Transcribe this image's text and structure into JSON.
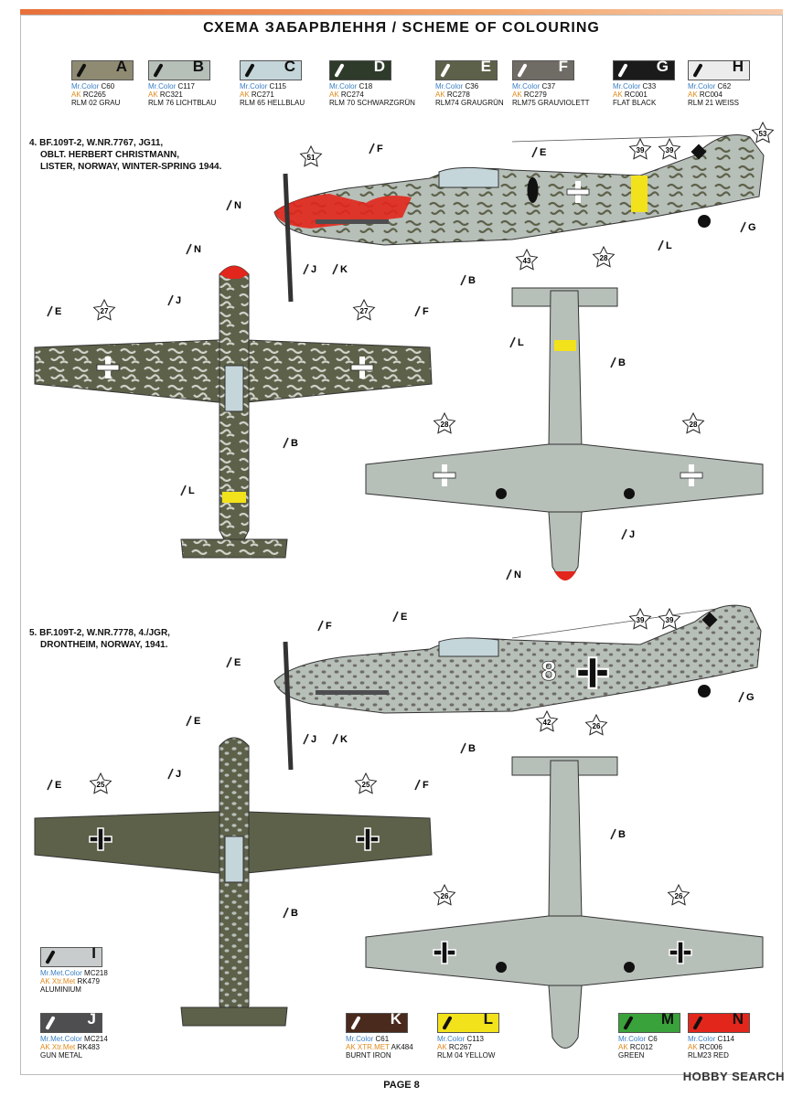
{
  "header": {
    "title": "СХЕМА ЗАБАРВЛЕННЯ / SCHEME OF COLOURING"
  },
  "swatches_top": [
    {
      "letter": "A",
      "color": "#8f8b73",
      "mr": "Mr.Color",
      "mr_code": "C60",
      "ak": "AK",
      "ak_code": "RC265",
      "name": "RLM 02 GRAU"
    },
    {
      "letter": "B",
      "color": "#b7bfb9",
      "mr": "Mr.Color",
      "mr_code": "C117",
      "ak": "AK",
      "ak_code": "RC321",
      "name": "RLM 76 LICHTBLAU"
    },
    {
      "letter": "C",
      "color": "#c5d6db",
      "mr": "Mr.Color",
      "mr_code": "C115",
      "ak": "AK",
      "ak_code": "RC271",
      "name": "RLM 65 HELLBLAU"
    },
    {
      "letter": "D",
      "color": "#2e3a2a",
      "mr": "Mr.Color",
      "mr_code": "C18",
      "ak": "AK",
      "ak_code": "RC274",
      "name": "RLM 70 SCHWARZGRÜN"
    },
    {
      "letter": "E",
      "color": "#5d6149",
      "mr": "Mr.Color",
      "mr_code": "C36",
      "ak": "AK",
      "ak_code": "RC278",
      "name": "RLM74 GRAUGRÜN"
    },
    {
      "letter": "F",
      "color": "#6f6b65",
      "mr": "Mr.Color",
      "mr_code": "C37",
      "ak": "AK",
      "ak_code": "RC279",
      "name": "RLM75 GRAUVIOLETT"
    },
    {
      "letter": "G",
      "color": "#1b1b1b",
      "mr": "Mr.Color",
      "mr_code": "C33",
      "ak": "AK",
      "ak_code": "RC001",
      "name": "FLAT BLACK"
    },
    {
      "letter": "H",
      "color": "#ececec",
      "mr": "Mr.Color",
      "mr_code": "C62",
      "ak": "AK",
      "ak_code": "RC004",
      "name": "RLM 21 WEISS"
    }
  ],
  "swatches_bottom": [
    {
      "letter": "I",
      "color": "#c9cccd",
      "mr": "Mr.Met.Color",
      "mr_code": "MC218",
      "ak": "AK Xtr.Met",
      "ak_code": "RK479",
      "name": "ALUMINIUM"
    },
    {
      "letter": "J",
      "color": "#4e4e50",
      "mr": "Mr.Met.Color",
      "mr_code": "MC214",
      "ak": "AK Xtr.Met",
      "ak_code": "RK483",
      "name": "GUN METAL"
    },
    {
      "letter": "K",
      "color": "#4a2a1c",
      "mr": "Mr.Color",
      "mr_code": "C61",
      "ak": "AK XTR.MET",
      "ak_code": "AK484",
      "name": "BURNT IRON"
    },
    {
      "letter": "L",
      "color": "#f2e21b",
      "mr": "Mr.Color",
      "mr_code": "C113",
      "ak": "AK",
      "ak_code": "RC267",
      "name": "RLM 04 YELLOW"
    },
    {
      "letter": "M",
      "color": "#3aa23a",
      "mr": "Mr.Color",
      "mr_code": "C6",
      "ak": "AK",
      "ak_code": "RC012",
      "name": "GREEN"
    },
    {
      "letter": "N",
      "color": "#e2261c",
      "mr": "Mr.Color",
      "mr_code": "C114",
      "ak": "AK",
      "ak_code": "RC006",
      "name": "RLM23 RED"
    }
  ],
  "schemes": [
    {
      "id": "4",
      "lines": [
        "4. BF.109T-2, W.NR.7767, JG11,",
        "OBLT. HERBERT CHRISTMANN,",
        "LISTER, NORWAY, WINTER-SPRING 1944."
      ]
    },
    {
      "id": "5",
      "lines": [
        "5. BF.109T-2, W.NR.7778, 4./JGR,",
        "DRONTHEIM, NORWAY, 1941."
      ]
    }
  ],
  "plane5_code": "8",
  "callouts": {
    "p1_side": [
      "F",
      "E",
      "N",
      "J",
      "K",
      "B",
      "L",
      "G"
    ],
    "stars": [
      "51",
      "43",
      "28",
      "39",
      "39",
      "53",
      "27",
      "27",
      "28",
      "28",
      "25",
      "25",
      "26",
      "26",
      "39",
      "39",
      "42",
      "26"
    ],
    "p1_top": [
      "N",
      "J",
      "E",
      "F",
      "B",
      "L"
    ],
    "p1_bot": [
      "L",
      "B",
      "J",
      "N"
    ],
    "p2_side": [
      "F",
      "E",
      "E",
      "J",
      "K",
      "B",
      "G"
    ],
    "p2_top": [
      "E",
      "J",
      "E",
      "F",
      "B"
    ],
    "p2_bot": [
      "B"
    ]
  },
  "footer": {
    "page": "PAGE 8",
    "watermark": "HOBBY SEARCH"
  }
}
